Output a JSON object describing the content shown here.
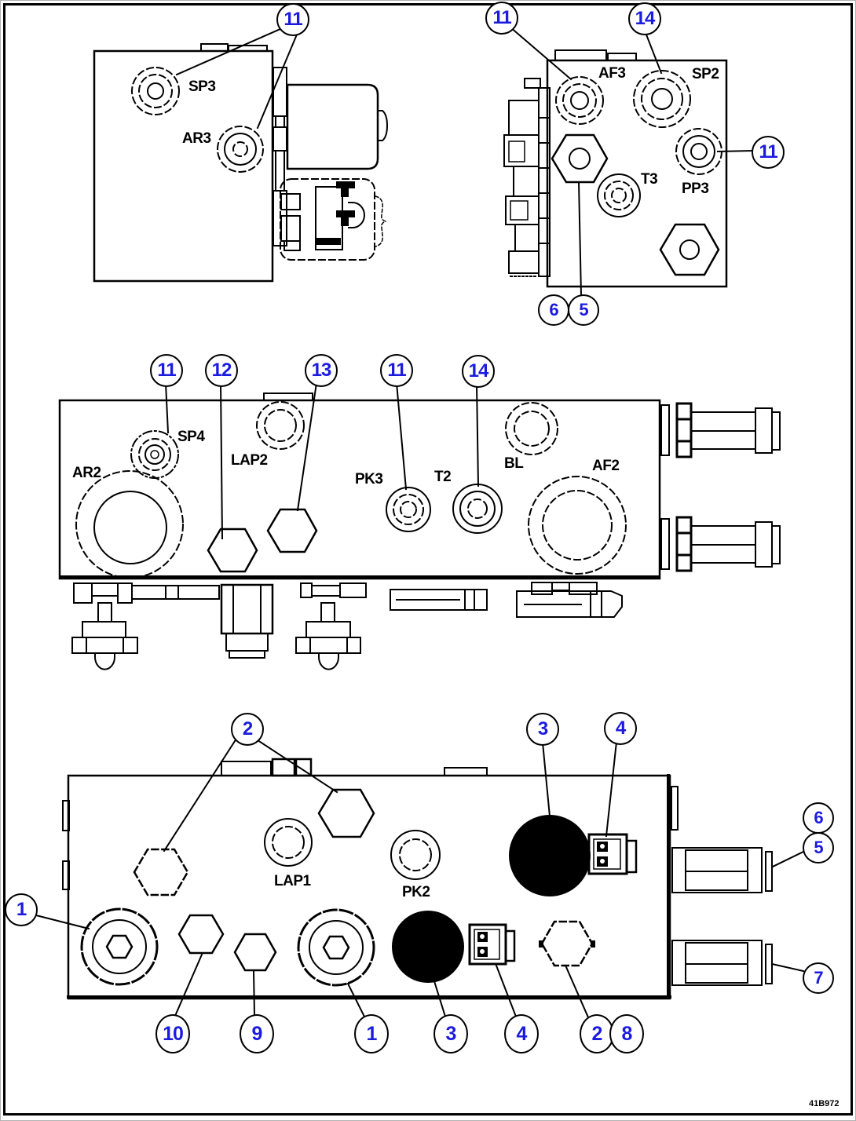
{
  "figures": {
    "top_left": {
      "ports": {
        "sp3": "SP3",
        "ar3": "AR3"
      },
      "callouts": {
        "item_11": "11"
      }
    },
    "top_right": {
      "ports": {
        "af3": "AF3",
        "sp2": "SP2",
        "t3": "T3",
        "pp3": "PP3"
      },
      "callouts": {
        "item_11_af3": "11",
        "item_14": "14",
        "item_11_pp3": "11",
        "item_6": "6",
        "item_5": "5"
      }
    },
    "middle": {
      "ports": {
        "ar2": "AR2",
        "sp4": "SP4",
        "lap2": "LAP2",
        "pk3": "PK3",
        "t2": "T2",
        "bl": "BL",
        "af2": "AF2"
      },
      "callouts": {
        "item_11_sp4": "11",
        "item_12": "12",
        "item_13": "13",
        "item_11_pk3": "11",
        "item_14": "14"
      }
    },
    "bottom": {
      "ports": {
        "lap1": "LAP1",
        "pk2": "PK2"
      },
      "callouts": {
        "item_2": "2",
        "item_3": "3",
        "item_4": "4",
        "item_1_left": "1",
        "item_6": "6",
        "item_5": "5",
        "item_7": "7",
        "row_10": "10",
        "row_9": "9",
        "row_1": "1",
        "row_3": "3",
        "row_4": "4",
        "row_2": "2",
        "row_8": "8"
      }
    }
  },
  "footer": {
    "drawing_number": "41B972"
  },
  "colors": {
    "callout_number": "#1b1be0",
    "line_art": "#000000",
    "background": "#ffffff"
  }
}
